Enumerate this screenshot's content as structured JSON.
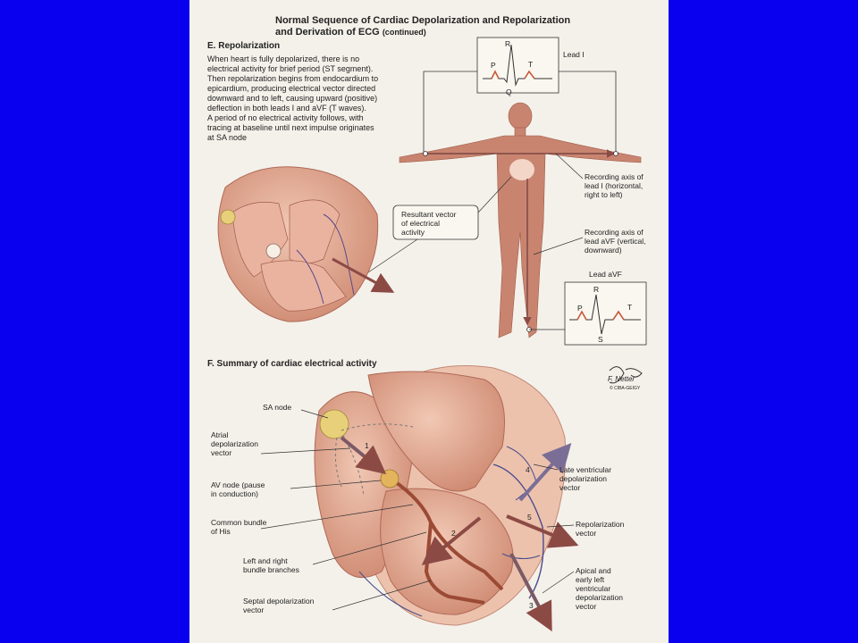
{
  "header": {
    "title_line1": "Normal Sequence of Cardiac Depolarization and Repolarization",
    "title_line2": "and Derivation of ECG",
    "title_suffix": "(continued)"
  },
  "section_e": {
    "heading": "E. Repolarization",
    "paragraph": [
      "When heart is fully depolarized, there is no",
      "electrical activity for brief period (ST segment).",
      "Then repolarization begins from endocardium to",
      "epicardium, producing electrical vector directed",
      "downward and to left, causing upward (positive)",
      "deflection in both leads I and aVF (T waves).",
      "A period of no electrical activity follows, with",
      "tracing at baseline until next impulse originates",
      "at SA node"
    ],
    "lead_i": {
      "label": "Lead I",
      "p": "P",
      "q": "Q",
      "r": "R",
      "t": "T"
    },
    "lead_avf": {
      "label": "Lead aVF",
      "p": "P",
      "r": "R",
      "s": "S",
      "t": "T"
    },
    "callout_resultant": [
      "Resultant vector",
      "of electrical",
      "activity"
    ],
    "axis_lead_i": [
      "Recording axis of",
      "lead I (horizontal,",
      "right to left)"
    ],
    "axis_lead_avf": [
      "Recording axis of",
      "lead aVF (vertical,",
      "downward)"
    ]
  },
  "section_f": {
    "heading": "F. Summary of cardiac electrical activity",
    "left_labels": {
      "sa_node": [
        "SA node"
      ],
      "atrial": [
        "Atrial",
        "depolarization",
        "vector"
      ],
      "av_node": [
        "AV node (pause",
        "in conduction)"
      ],
      "his": [
        "Common bundle",
        "of His"
      ],
      "branches": [
        "Left and right",
        "bundle branches"
      ],
      "septal": [
        "Septal depolarization",
        "vector"
      ]
    },
    "right_labels": {
      "late": [
        "Late ventricular",
        "depolarization",
        "vector"
      ],
      "repol": [
        "Repolarization",
        "vector"
      ],
      "apical": [
        "Apical and",
        "early left",
        "ventricular",
        "depolarization",
        "vector"
      ]
    },
    "vector_numbers": [
      "1",
      "2",
      "3",
      "4",
      "5"
    ]
  },
  "signature": {
    "name": "F. Netter",
    "mark": "© CIBA-GEIGY"
  },
  "colors": {
    "background": "#0a00f0",
    "page": "#f4f1ea",
    "heart": "#d9957d",
    "vector": "#8c4a45",
    "nerve": "#4a4a8c"
  }
}
